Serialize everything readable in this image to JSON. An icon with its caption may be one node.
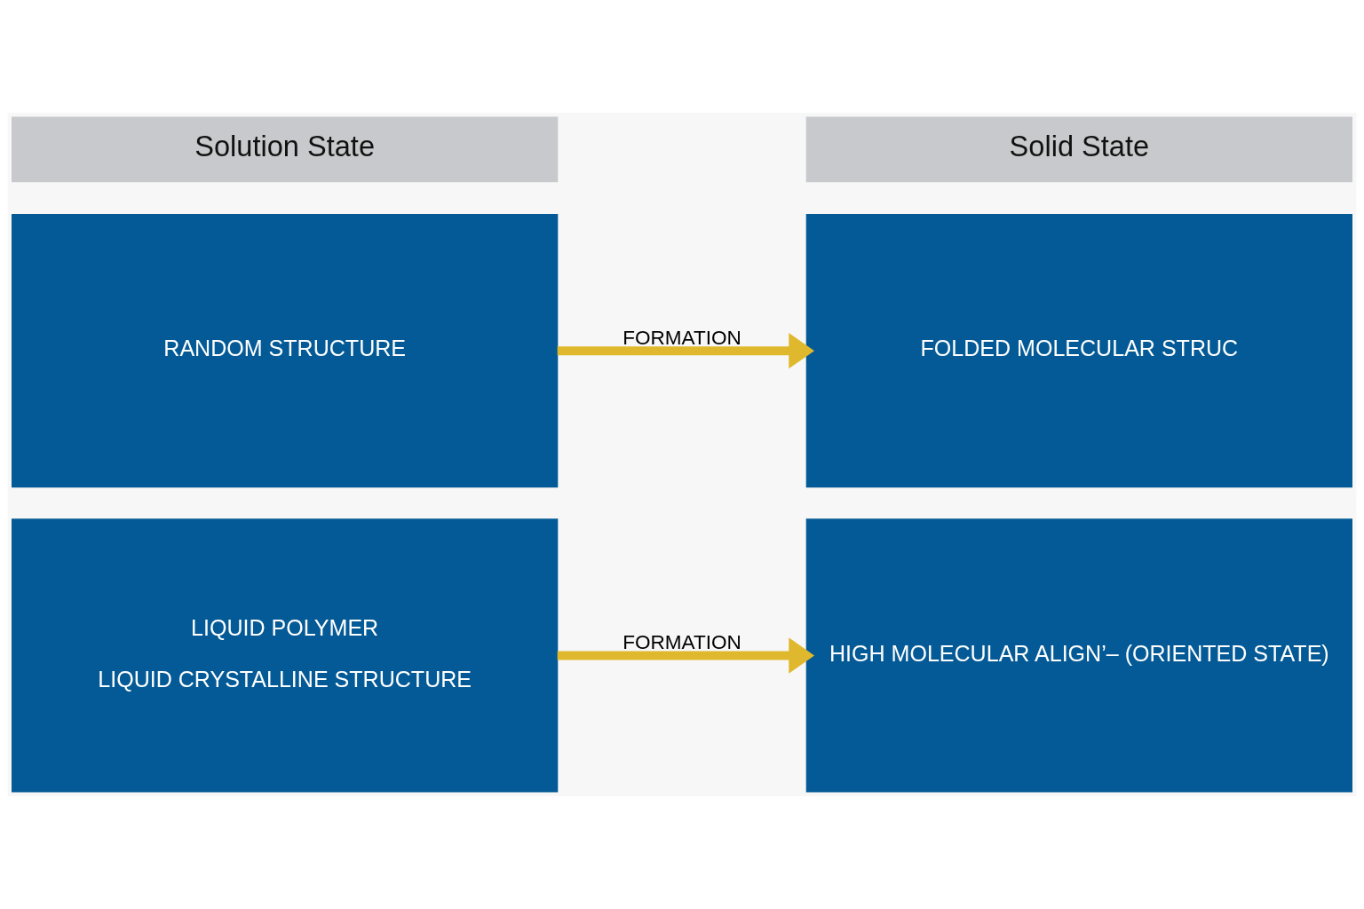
{
  "diagram": {
    "nodes": [
      {
        "text": [
          "Solution State"
        ]
      },
      {
        "text": [
          "Solid State"
        ]
      },
      {
        "text": [
          "RANDOM STRUCTURE"
        ]
      },
      {
        "text": [
          "FOLDED MOLECULAR STRUC"
        ]
      },
      {
        "text": [
          "LIQUID POLYMER",
          "LIQUID CRYSTALLINE STRUCTURE"
        ]
      },
      {
        "text": [
          "HIGH MOLECULAR ALIGN’– (ORIENTED STATE)"
        ]
      }
    ],
    "edges": [
      {
        "from": 2,
        "to": 3,
        "arrow": "to",
        "label": "FORMATION"
      },
      {
        "from": 4,
        "to": 5,
        "arrow": "to",
        "label": "FORMATION"
      }
    ]
  }
}
